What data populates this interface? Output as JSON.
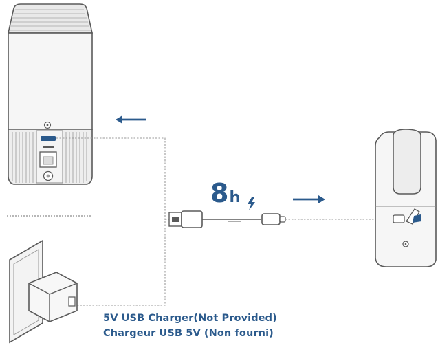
{
  "colors": {
    "accent": "#2b5a8c",
    "line": "#8c8c8c",
    "outline": "#5a5a5a",
    "device_fill": "#f6f6f6"
  },
  "charging": {
    "duration_value": "8",
    "duration_unit": "h",
    "icon": "lightning-bolt-icon"
  },
  "caption": {
    "line_1": "5V USB Charger(Not Provided)",
    "line_2": "Chargeur USB 5V (Non fourni)"
  },
  "icons": {
    "insert_arrow": "arrow-left-icon",
    "connect_arrow": "arrow-right-icon",
    "usb_a": "usb-a-plug-icon",
    "usb_c": "usb-c-plug-icon",
    "wall_adapter": "wall-adapter-icon",
    "outlet": "wall-outlet-icon"
  }
}
